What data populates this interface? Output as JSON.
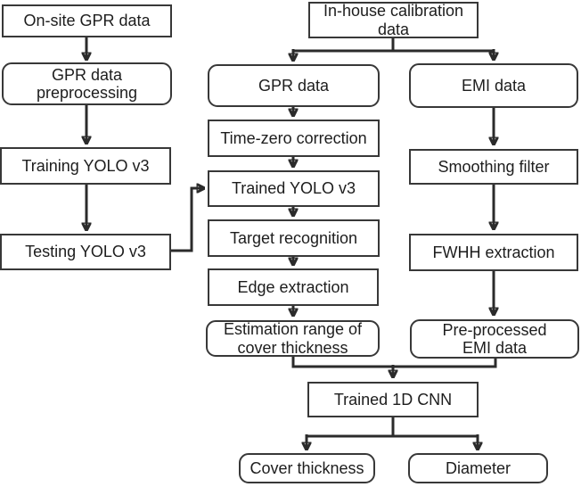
{
  "diagram": {
    "type": "flowchart",
    "colors": {
      "background": "#ffffff",
      "box_border": "#383838",
      "line": "#2b2b2b",
      "text": "#1d1d1d"
    },
    "nodes": {
      "onsite_gpr": "On-site GPR data",
      "gpr_preprocessing": "GPR data preprocessing",
      "training_yolo": "Training YOLO v3",
      "testing_yolo": "Testing YOLO v3",
      "inhouse_calibration": "In-house calibration data",
      "gpr_data": "GPR data",
      "time_zero": "Time-zero correction",
      "trained_yolo": "Trained YOLO v3",
      "target_recognition": "Target recognition",
      "edge_extraction": "Edge extraction",
      "estimation_range": "Estimation range of cover thickness",
      "emi_data": "EMI data",
      "smoothing_filter": "Smoothing filter",
      "fwhh_extraction": "FWHH extraction",
      "preprocessed_emi": "Pre-processed EMI data",
      "trained_cnn": "Trained 1D CNN",
      "cover_thickness": "Cover thickness",
      "diameter": "Diameter"
    },
    "edges": [
      "On-site GPR data -> GPR data preprocessing",
      "GPR data preprocessing -> Training YOLO v3",
      "Training YOLO v3 -> Testing YOLO v3",
      "Testing YOLO v3 -> Trained YOLO v3",
      "In-house calibration data -> GPR data",
      "In-house calibration data -> EMI data",
      "GPR data -> Time-zero correction",
      "Time-zero correction -> Trained YOLO v3",
      "Trained YOLO v3 -> Target recognition",
      "Target recognition -> Edge extraction",
      "Edge extraction -> Estimation range of cover thickness",
      "EMI data -> Smoothing filter",
      "Smoothing filter -> FWHH extraction",
      "FWHH extraction -> Pre-processed EMI data",
      "Estimation range of cover thickness -> Trained 1D CNN",
      "Pre-processed EMI data -> Trained 1D CNN",
      "Trained 1D CNN -> Cover thickness",
      "Trained 1D CNN -> Diameter"
    ]
  }
}
